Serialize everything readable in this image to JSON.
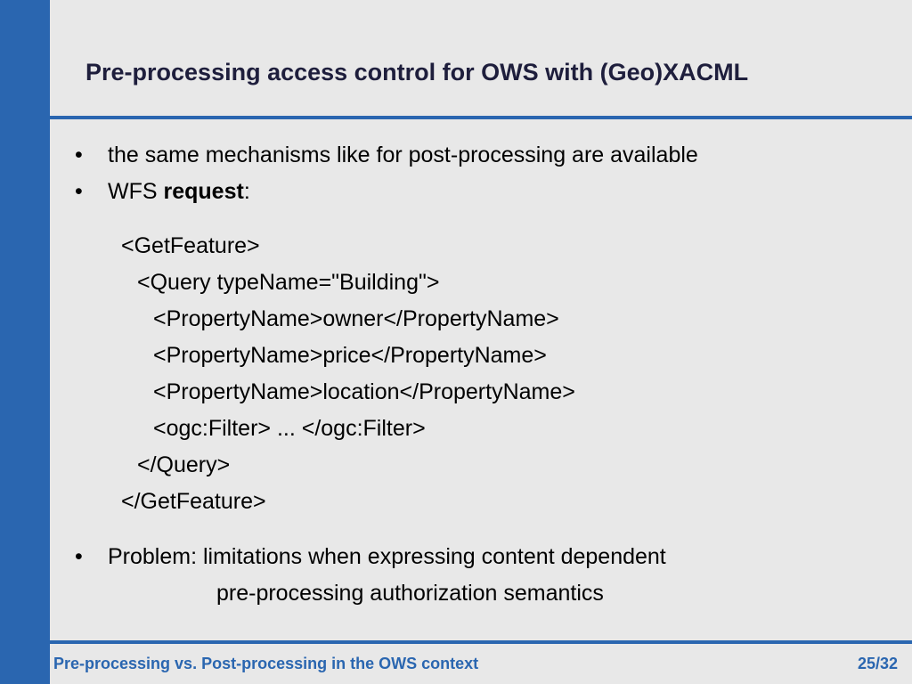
{
  "slide": {
    "title": "Pre-processing access control for OWS with (Geo)XACML",
    "bullets": [
      {
        "marker": "•",
        "text": "the same mechanisms like for post-processing are available"
      },
      {
        "marker": "•",
        "text_prefix": "WFS ",
        "text_bold": "request",
        "text_suffix": ":"
      }
    ],
    "code_lines": [
      "<GetFeature>",
      "<Query typeName=\"Building\">",
      "<PropertyName>owner</PropertyName>",
      "<PropertyName>price</PropertyName>",
      "<PropertyName>location</PropertyName>",
      "<ogc:Filter> ... </ogc:Filter>",
      "</Query>",
      "</GetFeature>"
    ],
    "problem": {
      "marker": "•",
      "line1": "Problem: limitations when expressing content dependent",
      "line2": "pre-processing authorization semantics"
    }
  },
  "footer": {
    "title": "Pre-processing vs. Post-processing in the OWS context",
    "page": "25/32"
  },
  "colors": {
    "accent": "#2a66b0",
    "background": "#e8e8e8",
    "title": "#1e1e3c"
  }
}
